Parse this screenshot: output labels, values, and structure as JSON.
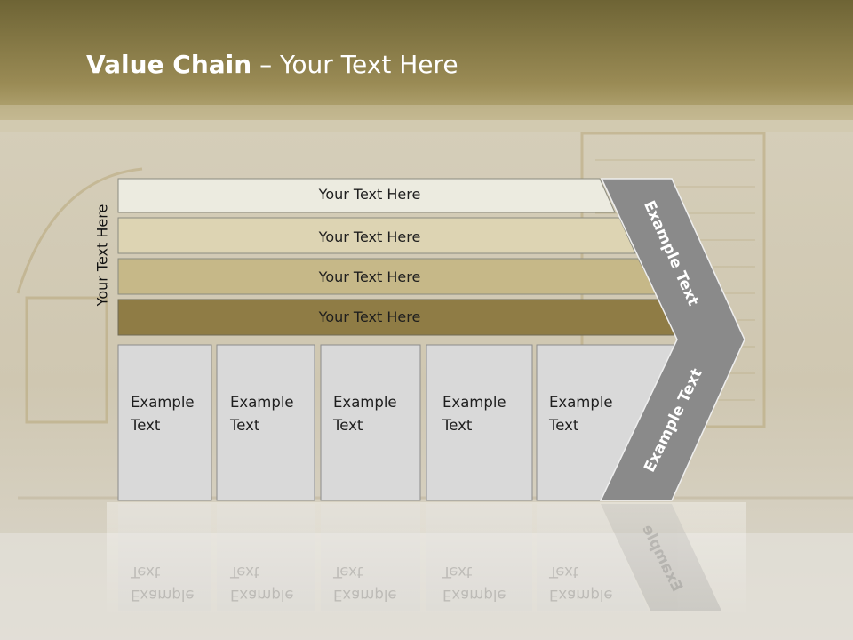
{
  "slide": {
    "title_bold": "Value Chain",
    "title_rest": " – Your Text Here",
    "vertical_label": "Your Text Here",
    "bars": [
      {
        "label": "Your Text Here"
      },
      {
        "label": "Your Text Here"
      },
      {
        "label": "Your Text Here"
      },
      {
        "label": "Your Text Here"
      }
    ],
    "boxes": [
      {
        "line1": "Example",
        "line2": "Text"
      },
      {
        "line1": "Example",
        "line2": "Text"
      },
      {
        "line1": "Example",
        "line2": "Text"
      },
      {
        "line1": "Example",
        "line2": "Text"
      },
      {
        "line1": "Example",
        "line2": "Text"
      }
    ],
    "arrow_upper": "Example Text",
    "arrow_lower": "Example Text",
    "reflection_text": "Example"
  },
  "colors": {
    "header": "#8d7f45",
    "bar1": "#ecebe0",
    "bar2": "#ddd4b3",
    "bar3": "#c6b888",
    "bar4": "#8f7c45",
    "box": "#d9d9d9",
    "arrow": "#8a8a8a"
  }
}
